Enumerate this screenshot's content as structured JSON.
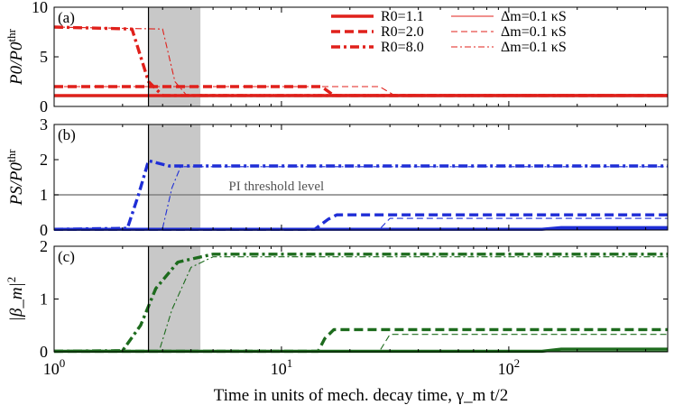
{
  "chart_data": {
    "type": "line",
    "xscale": "log",
    "xlim": [
      1,
      500
    ],
    "x_ticks": [
      1,
      10,
      100
    ],
    "x_tick_labels": [
      "10^0",
      "10^1",
      "10^2"
    ],
    "xlabel": "Time in units of  mech. decay time, γ_m t/2",
    "shaded_region": [
      2.6,
      4.4
    ],
    "vline_x": 2.6,
    "colors": {
      "a": "#e0201b",
      "b": "#1f2ed6",
      "c": "#1d6b1d",
      "threshold": "#808080",
      "shade": "#c8c8c8"
    },
    "legend": {
      "placement": "top-right",
      "entries": [
        {
          "label": "R0=1.1",
          "style": "solid",
          "weight": "thick"
        },
        {
          "label": "R0=2.0",
          "style": "dashed",
          "weight": "thick"
        },
        {
          "label": "R0=8.0",
          "style": "dashdot",
          "weight": "thick"
        },
        {
          "label": "Δm=0.1 κS",
          "style": "solid",
          "weight": "thin"
        },
        {
          "label": "Δm=0.1 κS",
          "style": "dashed",
          "weight": "thin"
        },
        {
          "label": "Δm=0.1 κS",
          "style": "dashdot",
          "weight": "thin"
        }
      ]
    },
    "panels": [
      {
        "tag": "(a)",
        "ylabel": "P0/P0^thr",
        "ylim": [
          0,
          10
        ],
        "y_ticks": [
          0,
          5,
          10
        ],
        "hline_y": 1,
        "series": [
          {
            "style": "solid",
            "weight": "thick",
            "x": [
              1,
              500
            ],
            "y": [
              1.1,
              1.1
            ]
          },
          {
            "style": "dashed",
            "weight": "thick",
            "x": [
              1,
              15,
              17,
              500
            ],
            "y": [
              2,
              2,
              1.1,
              1.1
            ]
          },
          {
            "style": "dashdot",
            "weight": "thick",
            "x": [
              1,
              2.2,
              2.6,
              3.0,
              500
            ],
            "y": [
              8,
              7.8,
              2.5,
              1.1,
              1.1
            ]
          },
          {
            "style": "solid",
            "weight": "thin",
            "x": [
              1,
              500
            ],
            "y": [
              1.1,
              1.1
            ]
          },
          {
            "style": "dashed",
            "weight": "thin",
            "x": [
              1,
              27,
              31,
              500
            ],
            "y": [
              2,
              2,
              1.2,
              1.2
            ]
          },
          {
            "style": "dashdot",
            "weight": "thin",
            "x": [
              1,
              3.0,
              3.4,
              3.8,
              500
            ],
            "y": [
              8,
              7.8,
              2.5,
              1.2,
              1.2
            ]
          }
        ]
      },
      {
        "tag": "(b)",
        "ylabel": "PS/P0^thr",
        "ylim": [
          0,
          3
        ],
        "y_ticks": [
          0,
          1,
          2,
          3
        ],
        "hline_y": 1,
        "annotation": "PI threshold level",
        "series": [
          {
            "style": "solid",
            "weight": "thick",
            "x": [
              1,
              140,
              170,
              500
            ],
            "y": [
              0.02,
              0.02,
              0.07,
              0.07
            ]
          },
          {
            "style": "dashed",
            "weight": "thick",
            "x": [
              1,
              14,
              16,
              17.5,
              500
            ],
            "y": [
              0.02,
              0.02,
              0.3,
              0.43,
              0.43
            ]
          },
          {
            "style": "dashdot",
            "weight": "thick",
            "x": [
              1,
              2.1,
              2.35,
              2.6,
              3.2,
              500
            ],
            "y": [
              0.02,
              0.05,
              1.0,
              1.97,
              1.82,
              1.82
            ]
          },
          {
            "style": "solid",
            "weight": "thin",
            "x": [
              1,
              500
            ],
            "y": [
              0.02,
              0.02
            ]
          },
          {
            "style": "dashed",
            "weight": "thin",
            "x": [
              1,
              27,
              30,
              500
            ],
            "y": [
              0.02,
              0.02,
              0.33,
              0.33
            ]
          },
          {
            "style": "dashdot",
            "weight": "thin",
            "x": [
              1,
              3.0,
              3.3,
              3.6,
              500
            ],
            "y": [
              0.02,
              0.05,
              1.2,
              1.8,
              1.8
            ]
          }
        ]
      },
      {
        "tag": "(c)",
        "ylabel": "|β_m|^2",
        "ylim": [
          0,
          2
        ],
        "y_ticks": [
          0,
          1,
          2
        ],
        "series": [
          {
            "style": "solid",
            "weight": "thick",
            "x": [
              1,
              140,
              170,
              500
            ],
            "y": [
              0.01,
              0.01,
              0.05,
              0.05
            ]
          },
          {
            "style": "dashed",
            "weight": "thick",
            "x": [
              1,
              14.5,
              15.5,
              17,
              500
            ],
            "y": [
              0.01,
              0.01,
              0.25,
              0.42,
              0.42
            ]
          },
          {
            "style": "dashdot",
            "weight": "thick",
            "x": [
              1,
              2.0,
              2.4,
              2.8,
              3.5,
              5,
              500
            ],
            "y": [
              0.01,
              0.02,
              0.5,
              1.2,
              1.7,
              1.85,
              1.85
            ]
          },
          {
            "style": "solid",
            "weight": "thin",
            "x": [
              1,
              500
            ],
            "y": [
              0.01,
              0.01
            ]
          },
          {
            "style": "dashed",
            "weight": "thin",
            "x": [
              1,
              27,
              30,
              500
            ],
            "y": [
              0.01,
              0.01,
              0.33,
              0.33
            ]
          },
          {
            "style": "dashdot",
            "weight": "thin",
            "x": [
              1,
              2.9,
              3.3,
              4.0,
              5,
              500
            ],
            "y": [
              0.01,
              0.02,
              0.8,
              1.6,
              1.8,
              1.8
            ]
          }
        ]
      }
    ]
  }
}
